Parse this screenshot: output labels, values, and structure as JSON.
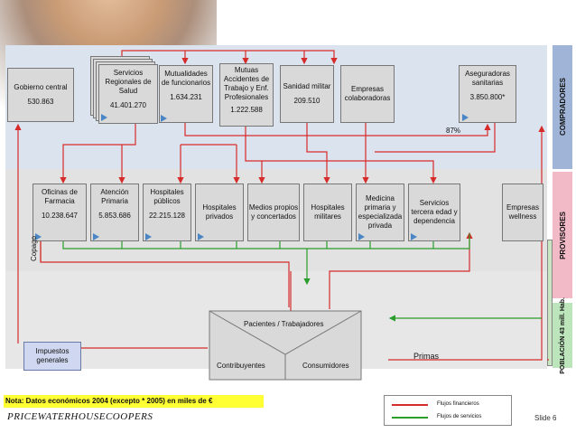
{
  "sidebars": {
    "compradores": "COMPRADORES",
    "provisores": "PROVISORES",
    "poblacion": "POBLACIÓN 43 mill. Hab."
  },
  "buyers": [
    {
      "name": "Gobierno central",
      "value": "530.863"
    },
    {
      "name": "Servicios Regionales de Salud",
      "value": "41.401.270"
    },
    {
      "name": "Mutualidades de funcionarios",
      "value": "1.634.231"
    },
    {
      "name": "Mutuas Accidentes de Trabajo y Enf. Profesionales",
      "value": "1.222.588"
    },
    {
      "name": "Sanidad militar",
      "value": "209.510"
    },
    {
      "name": "Empresas colaboradoras",
      "value": ""
    },
    {
      "name": "Aseguradoras sanitarias",
      "value": "3.850.800*"
    }
  ],
  "pct_label": "87%",
  "providers": [
    {
      "name": "Oficinas de Farmacia",
      "value": "10.238.647"
    },
    {
      "name": "Atención Primaria",
      "value": "5.853.686"
    },
    {
      "name": "Hospitales públicos",
      "value": "22.215.128"
    },
    {
      "name": "Hospitales privados",
      "value": ""
    },
    {
      "name": "Medios propios y concertados",
      "value": ""
    },
    {
      "name": "Hospitales militares",
      "value": ""
    },
    {
      "name": "Medicina primaria y especializada privada",
      "value": ""
    },
    {
      "name": "Servicios tercera edad y dependencia",
      "value": ""
    },
    {
      "name": "Empresas wellness",
      "value": ""
    }
  ],
  "copago": "Copago",
  "population": {
    "title": "Pacientes / Trabajadores",
    "left": "Contribuyentes",
    "right": "Consumidores"
  },
  "impuestos": "Impuestos generales",
  "primas": "Primas",
  "note": "Nota: Datos económicos 2004 (excepto * 2005) en  miles de €",
  "brand": "PRICEWATERHOUSECOOPERS",
  "slide": "Slide 6",
  "legend": {
    "financial": "Flujos financieros",
    "services": "Flujos de servicios",
    "financial_color": "#d62b2b",
    "services_color": "#2a9d2a"
  }
}
